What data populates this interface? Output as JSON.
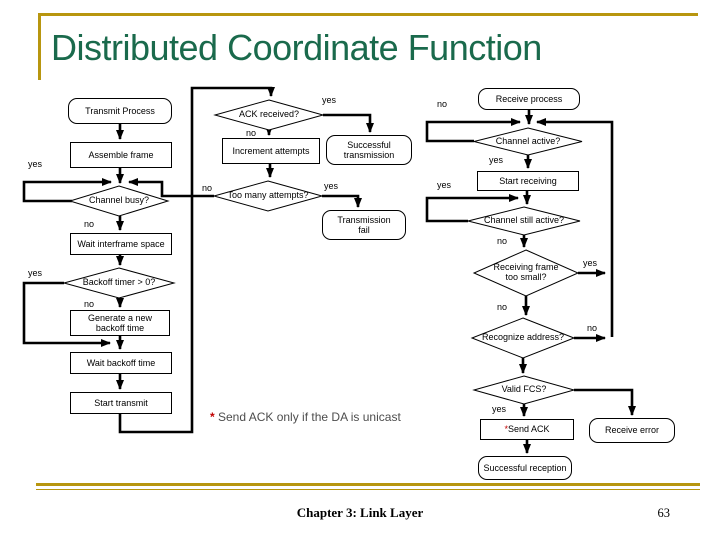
{
  "slide": {
    "title": "Distributed Coordinate Function",
    "footer": {
      "chapter": "Chapter 3: Link Layer",
      "page": "63"
    }
  },
  "annotation": {
    "star": "*",
    "text": " Send ACK only if the DA is unicast"
  },
  "labels": {
    "yes": "yes",
    "no": "no"
  },
  "flow": {
    "transmit_process": "Transmit Process",
    "assemble_frame": "Assemble frame",
    "channel_busy": "Channel busy?",
    "wait_interframe": "Wait interframe space",
    "backoff_timer": "Backoff timer > 0?",
    "generate_backoff": "Generate a new\nbackoff time",
    "wait_backoff": "Wait backoff time",
    "start_transmit": "Start transmit",
    "ack_received": "ACK received?",
    "increment_attempts": "Increment attempts",
    "too_many_attempts": "Too many attempts?",
    "successful_transmission": "Successful\ntransmission",
    "transmission_fail": "Transmission\nfail",
    "receive_process": "Receive process",
    "channel_active": "Channel active?",
    "start_receiving": "Start receiving",
    "channel_still_active": "Channel still active?",
    "frame_too_small": "Receiving frame\ntoo small?",
    "recognize_address": "Recognize address?",
    "valid_fcs": "Valid FCS?",
    "send_ack_star": "*",
    "send_ack": "Send ACK",
    "receive_error": "Receive error",
    "successful_reception": "Successful reception"
  },
  "colors": {
    "title_green": "#1a6a4c",
    "gold": "#b8960f",
    "annotation_red": "#c00000",
    "annotation_gray": "#4d4d4d"
  }
}
